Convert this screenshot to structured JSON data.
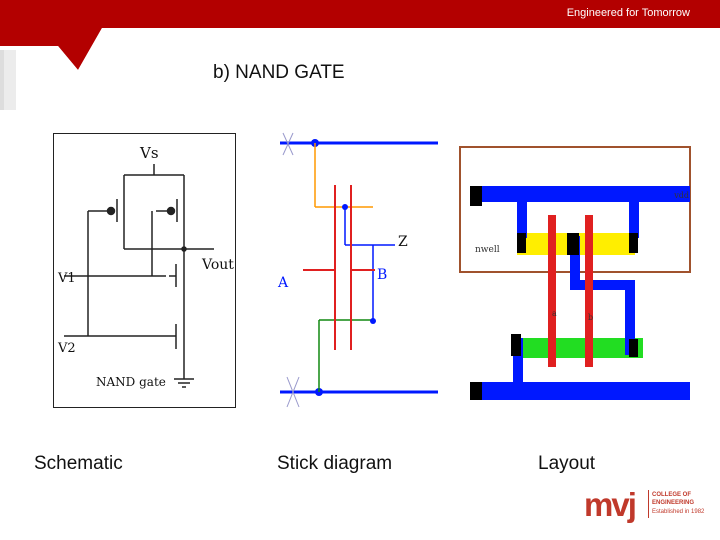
{
  "header": {
    "tagline": "Engineered for Tomorrow"
  },
  "slide": {
    "title": "b) NAND GATE"
  },
  "schematic": {
    "supply_label": "Vs",
    "output_label": "Vout",
    "input1_label": "V1",
    "input2_label": "V2",
    "caption_inside": "NAND gate"
  },
  "stick": {
    "label_a": "A",
    "label_b": "B",
    "label_z": "Z"
  },
  "layout": {
    "vdd_label": "vdd",
    "nwell_label": "nwell",
    "label_a": "a",
    "label_b": "b"
  },
  "captions": {
    "schematic": "Schematic",
    "stick": "Stick diagram",
    "layout": "Layout"
  },
  "logo": {
    "mark": "mvj",
    "line1": "COLLEGE OF",
    "line2": "ENGINEERING",
    "line3": "Established in 1982"
  },
  "colors": {
    "banner": "#b30000",
    "metal": "#0018ff",
    "poly": "#e02020",
    "pdiff": "#ffee00",
    "ndiff": "#22dd22",
    "nwell_border": "#a0522d"
  }
}
